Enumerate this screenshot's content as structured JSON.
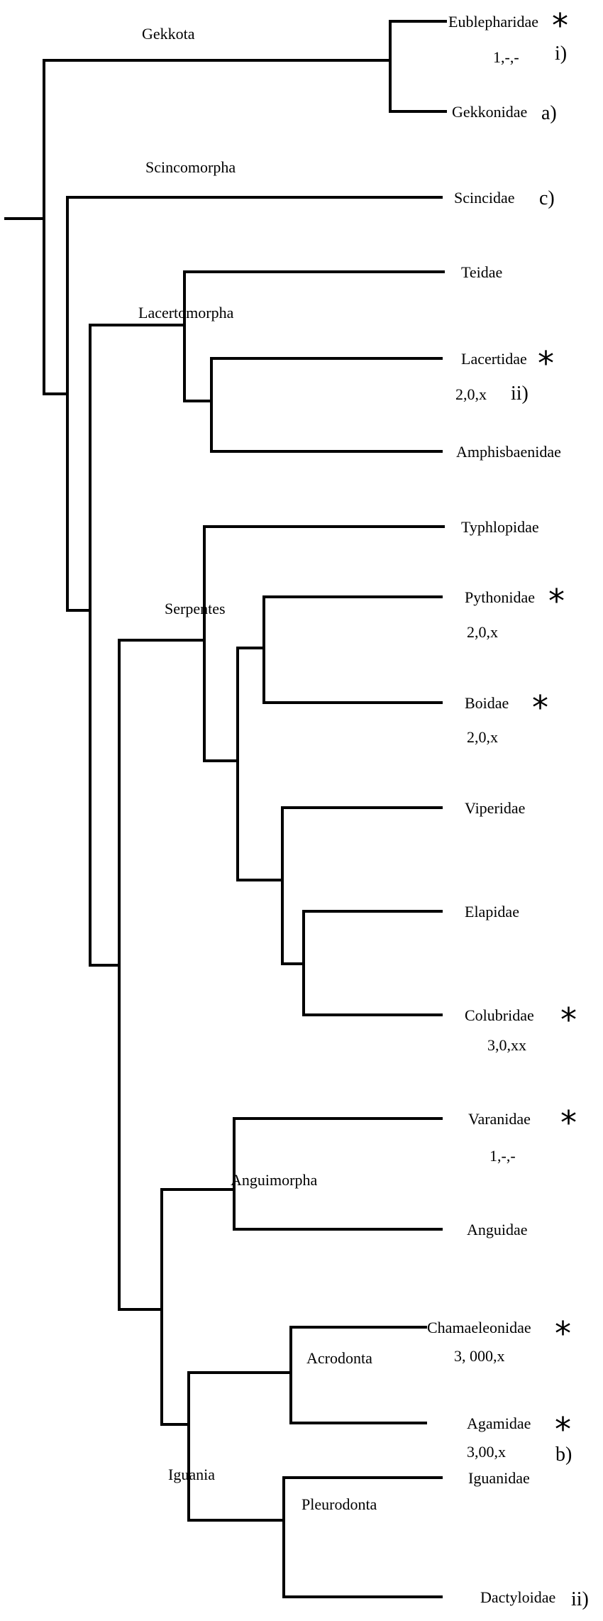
{
  "clades": {
    "gekkota": "Gekkota",
    "scincomorpha": "Scincomorpha",
    "lacertomorpha": "Lacertomorpha",
    "serpentes": "Serpentes",
    "anguimorpha": "Anguimorpha",
    "acrodonta": "Acrodonta",
    "iguania": "Iguania",
    "pleurodonta": "Pleurodonta"
  },
  "taxa": {
    "eublepharidae": "Eublepharidae",
    "gekkonidae": "Gekkonidae",
    "scincidae": "Scincidae",
    "teidae": "Teidae",
    "lacertidae": "Lacertidae",
    "amphisbaenidae": "Amphisbaenidae",
    "typhlopidae": "Typhlopidae",
    "pythonidae": "Pythonidae",
    "boidae": "Boidae",
    "viperidae": "Viperidae",
    "elapidae": "Elapidae",
    "colubridae": "Colubridae",
    "varanidae": "Varanidae",
    "anguidae": "Anguidae",
    "chamaeleonidae": "Chamaeleonidae",
    "agamidae": "Agamidae",
    "iguanidae": "Iguanidae",
    "dactyloidae": "Dactyloidae"
  },
  "notes": {
    "eublepharidae": "1,-,-",
    "lacertidae": "2,0,x",
    "pythonidae": "2,0,x",
    "boidae": "2,0,x",
    "colubridae": "3,0,xx",
    "varanidae": "1,-,-",
    "chamaeleonidae": "3, 000,x",
    "agamidae": "3,00,x"
  },
  "codes": {
    "eublepharidae": "i)",
    "gekkonidae": "a)",
    "scincidae": "c)",
    "lacertidae": "ii)",
    "agamidae": "b)",
    "dactyloidae": "ii)"
  },
  "marker": "*"
}
